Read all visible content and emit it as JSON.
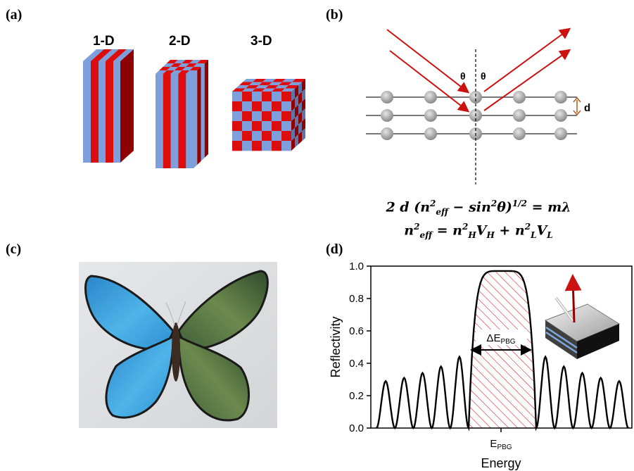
{
  "panels": {
    "a": "(a)",
    "b": "(b)",
    "c": "(c)",
    "d": "(d)"
  },
  "crystal_labels": [
    "1-D",
    "2-D",
    "3-D"
  ],
  "bragg": {
    "theta_left": "θ",
    "theta_right": "θ",
    "spacing": "d"
  },
  "equations": {
    "line1": {
      "a": "2 d (n",
      "sup1": "2",
      "sub1": "eff",
      "b": " − sin",
      "sup2": "2",
      "c": "θ)",
      "sup3": "1/2",
      "d": " = mλ"
    },
    "line2": {
      "a": "n",
      "sup1": "2",
      "sub1": "eff",
      "b": " = n",
      "sup2": "2",
      "sub2": "H",
      "c": "V",
      "sub3": "H",
      "d": " + n",
      "sup4": "2",
      "sub4": "L",
      "e": "V",
      "sub5": "L"
    }
  },
  "colors": {
    "red": "#dd0d0d",
    "blue": "#7d9fdc",
    "dark_red": "#8f0000",
    "arrow_red": "#cc1111",
    "hatch": "#d9242b"
  },
  "chart_data": {
    "type": "line",
    "title": "",
    "xlabel": "Energy",
    "ylabel": "Reflectivity",
    "ylim": [
      0,
      1.0
    ],
    "y_ticks": [
      "0.0",
      "0.2",
      "0.4",
      "0.6",
      "0.8",
      "1.0"
    ],
    "x_tick_label": "E",
    "x_tick_sub": "PBG",
    "band_label": "ΔE",
    "band_label_sub": "PBG",
    "stopband_peak": 0.97,
    "side_lobe_peaks_left": [
      0.29,
      0.31,
      0.34,
      0.38,
      0.44
    ],
    "side_lobe_peaks_right": [
      0.44,
      0.38,
      0.34,
      0.31,
      0.29
    ]
  }
}
